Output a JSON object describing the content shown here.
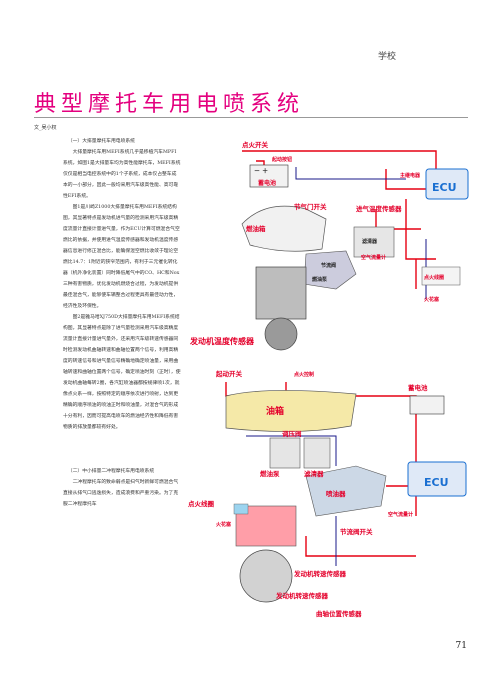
{
  "header": {
    "school": "学校",
    "title": "典型摩托车用电喷系统",
    "author": "文_吴小权"
  },
  "page_number": "71",
  "text": {
    "p1_heading": "（一）大排量摩托车用电喷系统",
    "p1": "大排量摩托车用MEFI系统几乎是移植汽车MPFI系统，如图1是大排量车均为高性能摩托车，MEFI系统仅仅是相当电控系统中的1个子系统，成本仅占整车成本的一小部分，因此一般均采用汽车级高性能、高可靠性EFI系统。",
    "p2": "图1是川崎Z1000大排量摩托车用MEFI系统结构图，其显著特点是发动机进气量的检测采用汽车级高精度流量计直接计量进气量，作为ECU计算可燃混合气空燃比的依据，并使用进气温度传感器和发动机温度传感器信息进行修正混合比，能确保混空燃比收敛于理论空燃比14.7：1附近的狭窄范围内，有利于三元催化转化器（机外净化装置）同时降低尾气中的CO、HC和Nox三种有害物质，优化发动机燃烧合过程，为发动机提供最佳混合气，能够使车辆整合过程更具有最佳动力性，经济性及环保性。",
    "p3": "图2是雅马哈XJ750D大排量摩托车用MEFI系统结构图，其显著特点是除了进气量检测采用汽车级高精度流量计直接计量进气量外，还采用汽车级转速传感器同时检测发动机曲轴转速和曲轴位置两个信号，利用高精度的转速信号和进气量信号精确地确定喷油量，采用曲轴转速和曲轴位置两个信号，确定喷油时刻（正时），使发动机曲轴每转2圈，各汽缸喷油器都按规律喷1次，就像点火系一样，按照特定的顺序依次进行喷射，达到更精确的顺序喷油的喷油正时和喷油量，对混合气的形成十分有利，因而可提高电喷车的燃油经济性和降低有害物质的排放量都较有好处。",
    "p4_heading": "（二）中小排量二冲程摩托车用电喷系统",
    "p4": "二冲程摩托车的致命弱点是扫气时新鲜可燃混合气直接从排气口逃逸损失，造成浪费和严重污染。为了克服二冲程摩托车"
  },
  "figure1": {
    "labels": {
      "ignition_switch": "点火开关",
      "start_relay": "起动按钮",
      "battery": "蓄电池",
      "battery_signs": "－ ＋",
      "main_relay": "主继电器",
      "ecu": "ECU",
      "intake_pressure": "节气门开关",
      "intake_temp": "进气温度传感器",
      "fuel_tank": "燃油箱",
      "fuel_filter": "滤清器",
      "throttle": "节流阀",
      "fuel_pump": "燃油泵",
      "airflow_meter": "空气流量计",
      "ignition_coil": "点火线圈",
      "spark_plug": "火花塞",
      "engine_temp": "发动机温度传感器"
    }
  },
  "figure2": {
    "labels": {
      "start_switch": "起动开关",
      "fuel_control": "点火控制",
      "battery": "蓄电池",
      "fuel_tank": "油箱",
      "pressure_reg": "调压阀",
      "fuel_pump": "燃油泵",
      "filter": "滤清器",
      "ecu": "ECU",
      "airflow": "空气流量计",
      "ignition_coil": "点火线圈",
      "spark_plug": "火花塞",
      "injector": "喷油器",
      "throttle_switch": "节流阀开关",
      "engine_speed": "发动机转速传感器",
      "engine_speed2": "发动机转速传感器",
      "crank_position": "曲轴位置传感器"
    }
  },
  "colors": {
    "title": "#e4007f",
    "label_red": "#e4002b",
    "ecu_blue": "#1a6fd1",
    "wire_red": "#e60012"
  }
}
